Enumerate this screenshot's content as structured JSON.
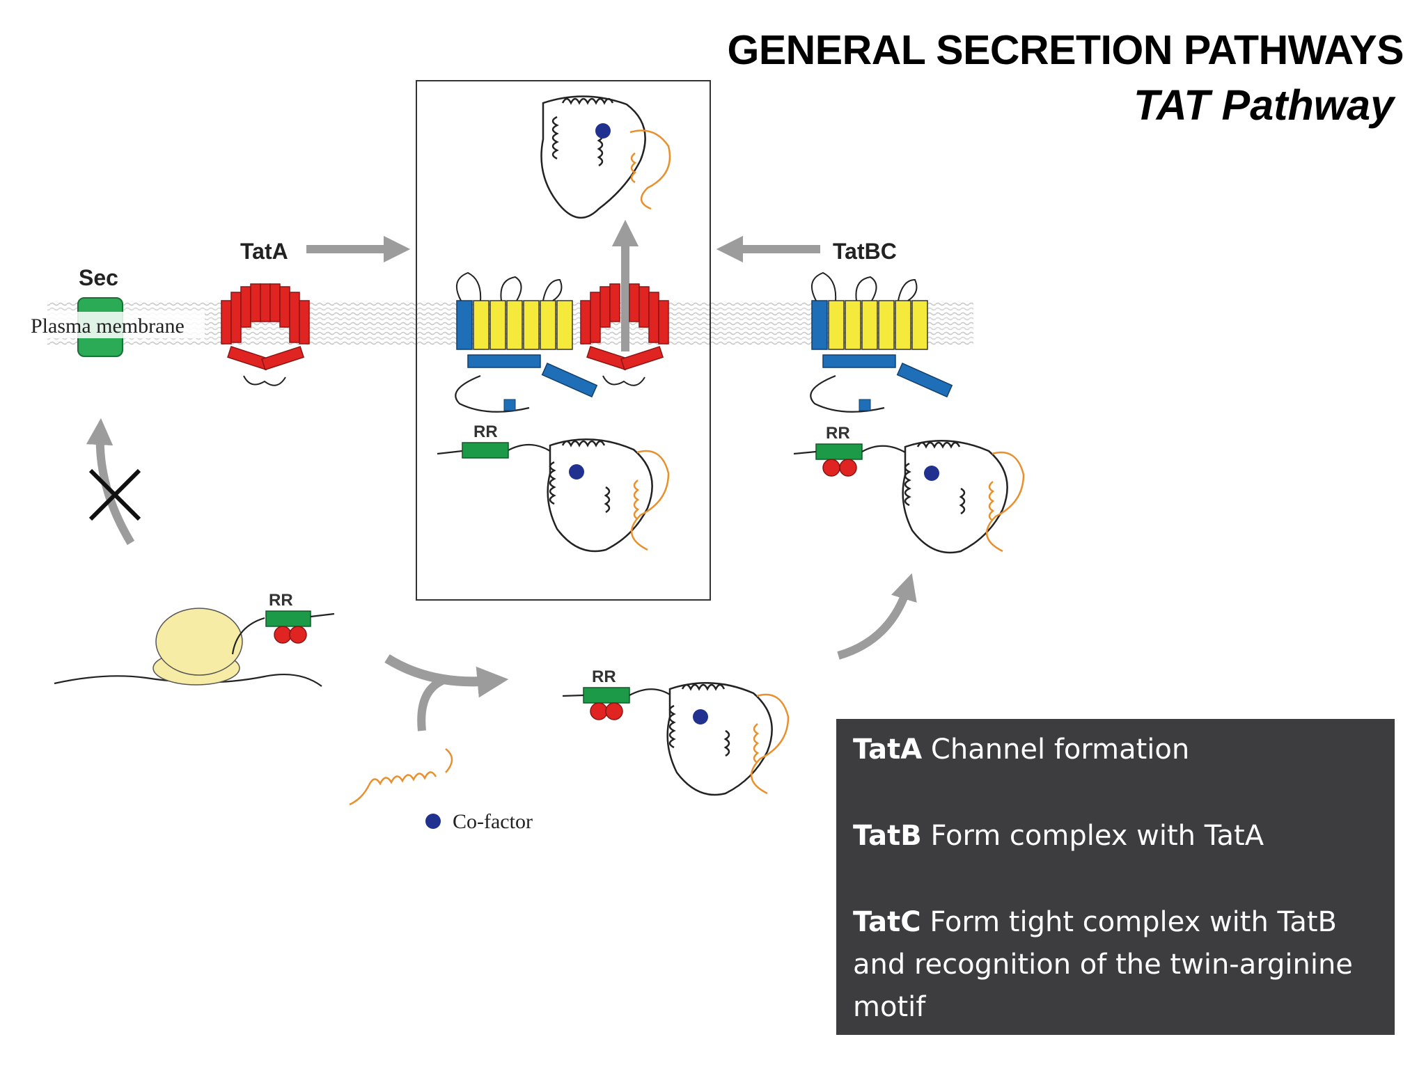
{
  "title": {
    "main": "GENERAL SECRETION PATHWAYS",
    "sub": "TAT Pathway"
  },
  "labels": {
    "sec": "Sec",
    "membrane": "Plasma membrane",
    "tata": "TatA",
    "tatbc": "TatBC",
    "rr": "RR",
    "cofactor": "Co-factor"
  },
  "info": [
    {
      "term": "TatA",
      "desc": " Channel formation"
    },
    {
      "term": "TatB",
      "desc": " Form complex with TatA"
    },
    {
      "term": "TatC",
      "desc": " Form tight complex with TatB and recognition of the twin-arginine motif"
    }
  ],
  "colors": {
    "tata_red": "#e02421",
    "tatc_yellow": "#f5e93b",
    "tatb_blue": "#1f6fb8",
    "signal_green": "#1d9a48",
    "sec_green": "#2cab57",
    "cofactor_blue": "#21318f",
    "helix_orange": "#e8902e",
    "ribosome": "#f7eca6",
    "arrow_gray": "#9c9c9c",
    "info_bg": "#3d3c3e"
  }
}
